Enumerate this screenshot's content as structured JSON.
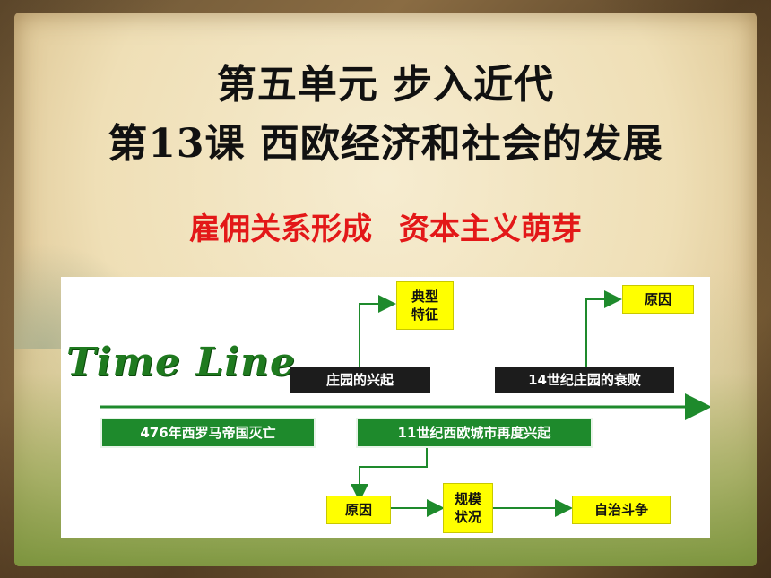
{
  "header": {
    "unit_title": "第五单元 步入近代",
    "lesson_title": "第13课 西欧经济和社会的发展",
    "subtitle": "雇佣关系形成  资本主义萌芽"
  },
  "diagram": {
    "timeline_label": "Time Line",
    "nodes": {
      "typical_features": "典型特征",
      "cause_top": "原因",
      "manor_rise": "庄园的兴起",
      "manor_decline": "14世纪庄园的衰败",
      "rome_fall": "476年西罗马帝国灭亡",
      "city_revival": "11世纪西欧城市再度兴起",
      "cause_bottom": "原因",
      "scale_status": "规模状况",
      "autonomy_struggle": "自治斗争"
    },
    "colors": {
      "title": "#111111",
      "subtitle": "#e31818",
      "timeline_green": "#1e8a2c",
      "yellow_box": "#ffff00",
      "black_box": "#1c1c1c"
    }
  }
}
